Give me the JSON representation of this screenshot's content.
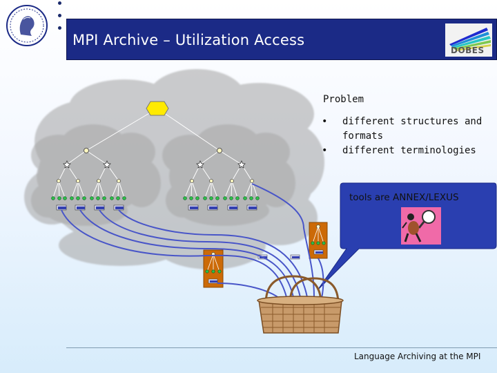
{
  "slide": {
    "title": "MPI Archive – Utilization Access",
    "footer": "Language Archiving at the MPI"
  },
  "problem": {
    "heading": "Problem",
    "bullet_glyph": "•",
    "items": [
      "different structures and formats",
      "different terminologies"
    ]
  },
  "callout": {
    "text": "tools are ANNEX/LEXUS"
  },
  "logos": {
    "left": "max-planck-seal-icon",
    "right_text": "DOBES"
  },
  "colors": {
    "title_bar": "#1b2a86",
    "cloud": "#cc6a07",
    "cloud_inner": "#f6a031",
    "callout": "#2a3fb0",
    "curve": "#4855c8"
  }
}
